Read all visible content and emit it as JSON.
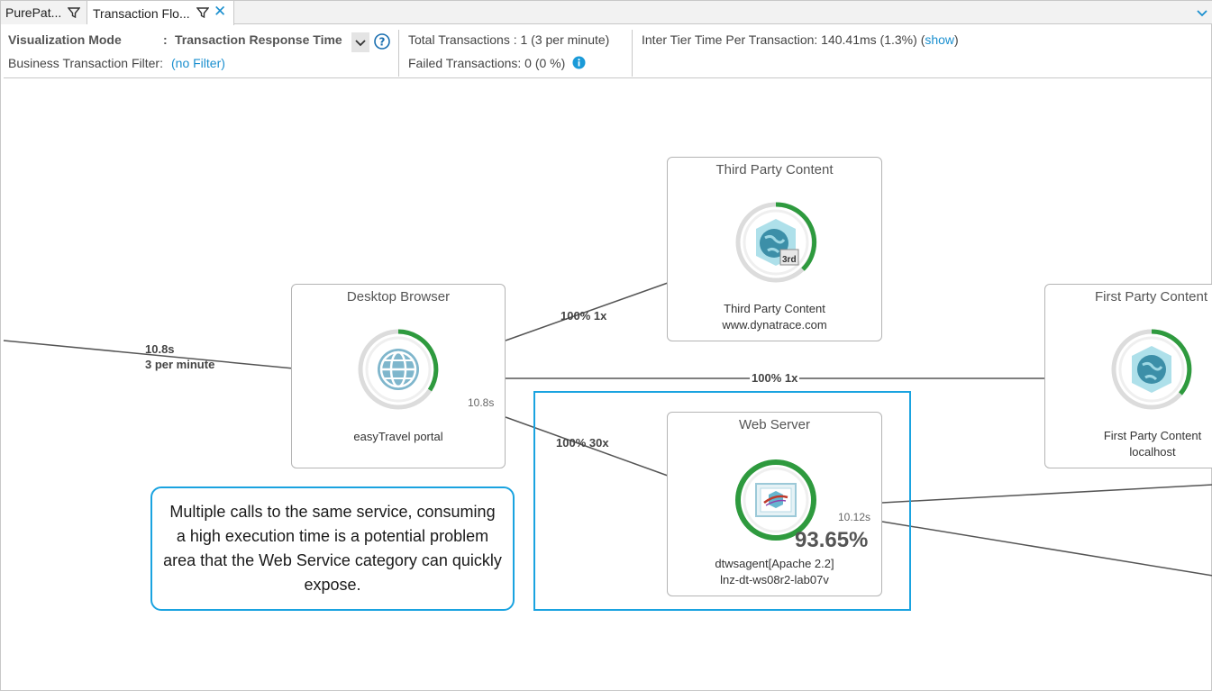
{
  "tabs": [
    {
      "label": "PurePat..."
    },
    {
      "label": "Transaction Flo..."
    }
  ],
  "header": {
    "visualization_mode_label": "Visualization Mode",
    "colon": ":",
    "visualization_mode_value": "Transaction Response Time",
    "bt_filter_label": "Business Transaction Filter:",
    "bt_filter_value": "(no Filter)",
    "total_transactions": "Total Transactions : 1 (3 per minute)",
    "failed_transactions": "Failed Transactions: 0 (0 %)",
    "inter_tier_label": "Inter Tier Time Per Transaction: 140.41ms (1.3%)",
    "inter_tier_link_open": "(",
    "inter_tier_link": "show",
    "inter_tier_link_close": ")"
  },
  "nodes": {
    "desktop_browser": {
      "title": "Desktop Browser",
      "line1": "easyTravel portal",
      "icon": "globe-icon"
    },
    "third_party": {
      "title": "Third Party Content",
      "line1": "Third Party Content",
      "line2": "www.dynatrace.com",
      "badge": "3rd",
      "icon": "third-party-globe-icon"
    },
    "first_party": {
      "title": "First Party Content",
      "line1": "First Party Content",
      "line2": "localhost",
      "icon": "first-party-globe-icon"
    },
    "web_server": {
      "title": "Web Server",
      "line1": "dtwsagent[Apache 2.2]",
      "line2": "lnz-dt-ws08r2-lab07v",
      "percent": "93.65%",
      "icon": "apache-server-icon"
    }
  },
  "edges": {
    "incoming_time": "10.8s",
    "incoming_rate": "3 per minute",
    "to_third_party": "100% 1x",
    "to_first_party": "100% 1x",
    "to_web_server": "100% 30x",
    "browser_time": "10.8s",
    "web_server_time": "10.12s"
  },
  "callout": {
    "text": "Multiple calls to the same service, consuming a high execution time is a potential problem area that the Web Service category can quickly expose."
  },
  "colors": {
    "accent": "#1a8fcf",
    "highlight": "#1aa3e0",
    "ring_green": "#2e9a3e",
    "ring_grey": "#d9d9d9"
  }
}
